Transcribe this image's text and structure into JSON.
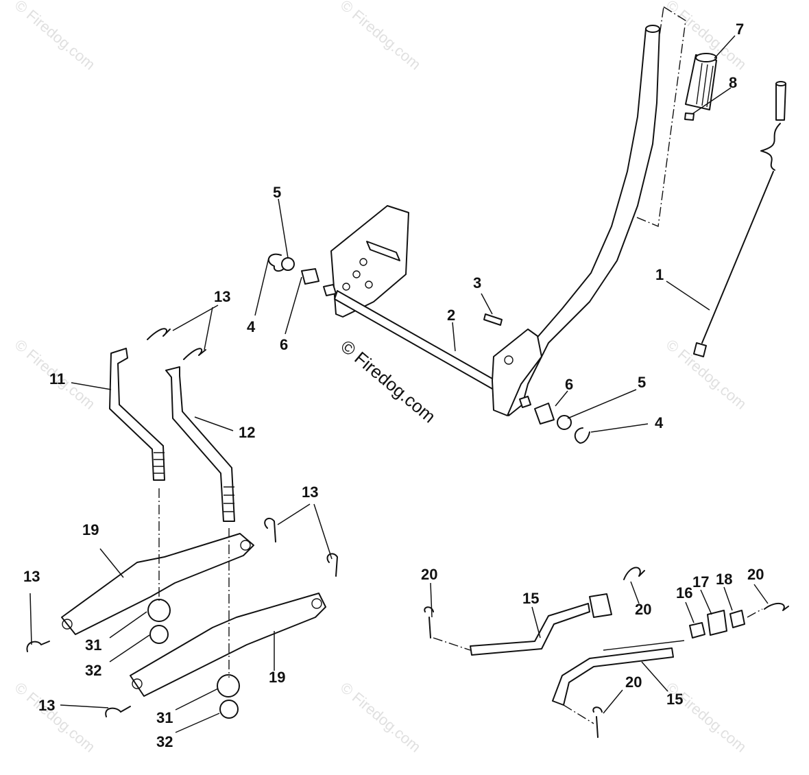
{
  "diagram": {
    "watermark_text": "© Firedog.com",
    "watermark_main": "© Firedog.com",
    "callouts": {
      "c1": "1",
      "c2": "2",
      "c3": "3",
      "c4a": "4",
      "c4b": "4",
      "c5a": "5",
      "c5b": "5",
      "c6a": "6",
      "c6b": "6",
      "c7": "7",
      "c8": "8",
      "c11": "11",
      "c12": "12",
      "c13a": "13",
      "c13b": "13",
      "c13c": "13",
      "c13d": "13",
      "c15a": "15",
      "c15b": "15",
      "c16": "16",
      "c17": "17",
      "c18": "18",
      "c19a": "19",
      "c19b": "19",
      "c20a": "20",
      "c20b": "20",
      "c20c": "20",
      "c20d": "20",
      "c31a": "31",
      "c31b": "31",
      "c32a": "32",
      "c32b": "32"
    }
  }
}
